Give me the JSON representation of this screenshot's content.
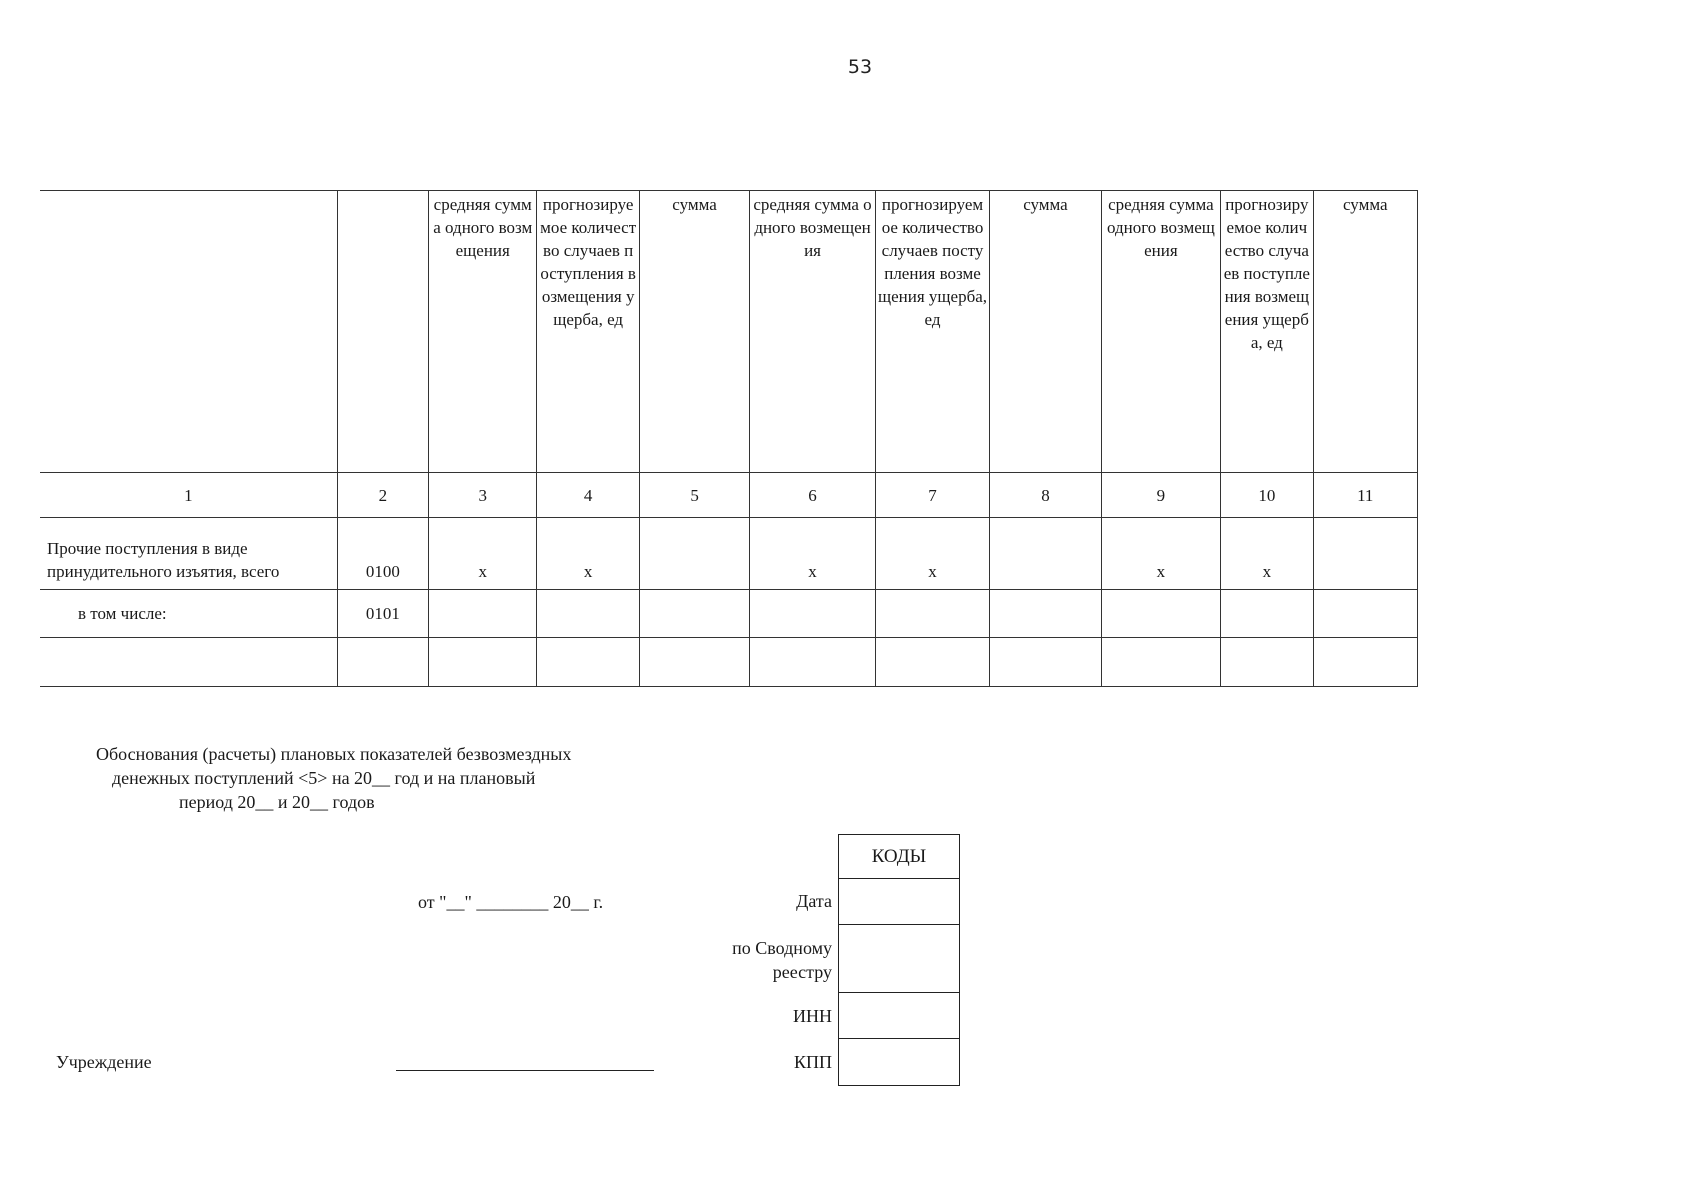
{
  "page_number": "53",
  "table": {
    "header": [
      "",
      "",
      "средняя сумма одного возмещения",
      "прогнозируемое количество случаев поступления возмещения ущерба, ед",
      "сумма",
      "средняя сумма одного возмещения",
      "прогнозируемое количество случаев поступления возмещения ущерба, ед",
      "сумма",
      "средняя сумма одного возмещения",
      "прогнозируемое количество случаев поступления возмещения ущерба, ед",
      "сумма"
    ],
    "column_numbers": [
      "1",
      "2",
      "3",
      "4",
      "5",
      "6",
      "7",
      "8",
      "9",
      "10",
      "11"
    ],
    "rows": [
      {
        "name": "Прочие поступления в виде принудительного изъятия, всего",
        "code": "0100",
        "cells": [
          "х",
          "х",
          "",
          "х",
          "х",
          "",
          "х",
          "х",
          ""
        ]
      },
      {
        "name": "в том числе:",
        "code": "0101",
        "cells": [
          "",
          "",
          "",
          "",
          "",
          "",
          "",
          "",
          ""
        ]
      },
      {
        "name": "",
        "code": "",
        "cells": [
          "",
          "",
          "",
          "",
          "",
          "",
          "",
          "",
          ""
        ]
      }
    ]
  },
  "justification": {
    "line1": "Обоснования (расчеты) плановых показателей безвозмездных",
    "line2": "денежных поступлений <5> на 20__ год и на плановый",
    "line3": "период 20__ и 20__ годов"
  },
  "date_line": "от \"__\" ________ 20__ г.",
  "codes": {
    "header": "КОДЫ",
    "date_label": "Дата",
    "registry_label_1": "по Сводному",
    "registry_label_2": "реестру",
    "inn_label": "ИНН",
    "kpp_label": "КПП"
  },
  "institution_label": "Учреждение"
}
